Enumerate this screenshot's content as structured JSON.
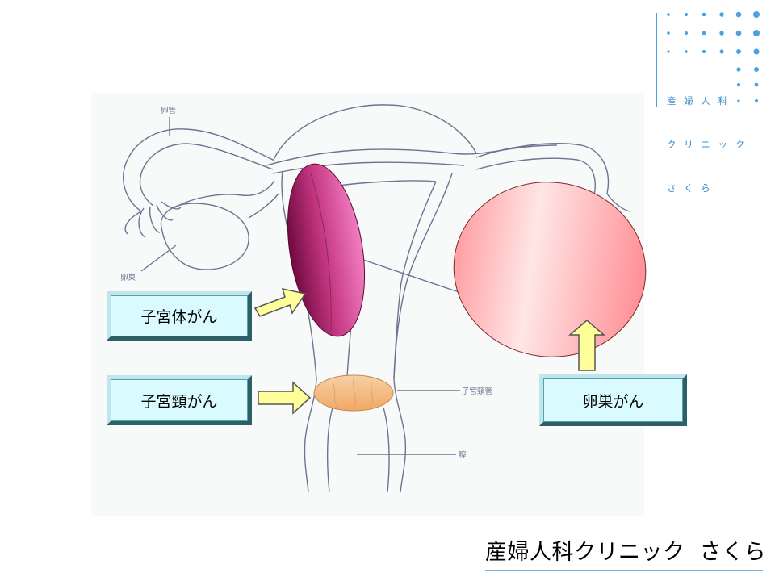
{
  "logo": {
    "lines": [
      "産 婦 人 科",
      "ク リ ニ ッ ク",
      "さ く ら"
    ],
    "color": "#3a8ccc"
  },
  "diagram": {
    "anatomy_labels": {
      "fallopian_tube": "卵管",
      "ovary": "卵巣",
      "cervical_canal": "子宮頸管",
      "vagina": "膣"
    },
    "callouts": {
      "uterine_body_cancer": "子宮体がん",
      "cervical_cancer": "子宮頸がん",
      "ovarian_cancer": "卵巣がん"
    },
    "colors": {
      "uterine_body": "#c2347f",
      "cervix": "#f7c08a",
      "ovary_tumor": "#ffc2c4",
      "arrow_fill": "#ffff99",
      "box_fill": "#d9fbff"
    }
  },
  "footer": {
    "title": "産婦人科クリニック  さくら",
    "accent": "#7fb0e6"
  }
}
